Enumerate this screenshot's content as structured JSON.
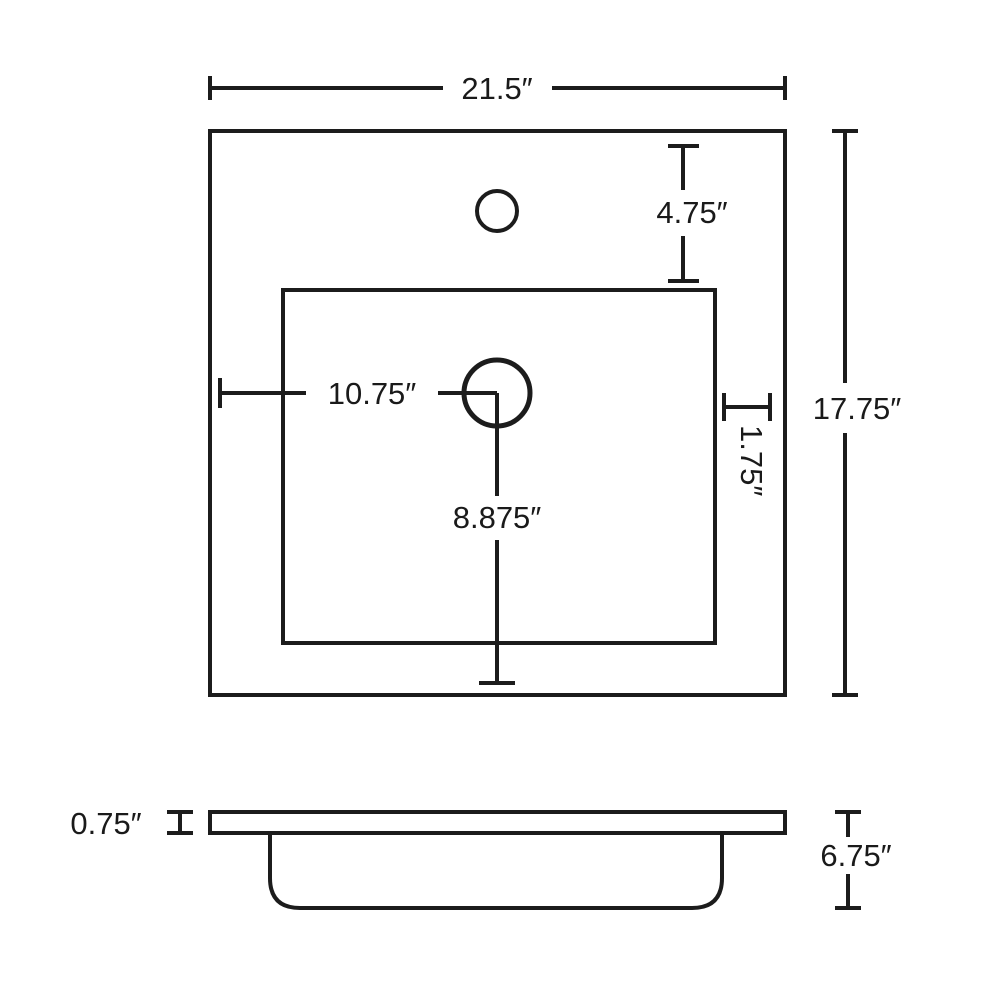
{
  "diagram": {
    "title": "sink-dimension-drawing",
    "colors": {
      "line": "#1c1c1c",
      "background": "#ffffff",
      "text": "#1a1a1a"
    },
    "top_view": {
      "labels": {
        "overall_width": "21.5″",
        "overall_depth": "17.75″",
        "faucet_hole_offset": "4.75″",
        "drain_from_left": "10.75″",
        "rim_gap": "1.75″",
        "drain_from_front": "8.875″"
      }
    },
    "side_view": {
      "labels": {
        "deck_thickness": "0.75″",
        "overall_height": "6.75″"
      }
    }
  }
}
